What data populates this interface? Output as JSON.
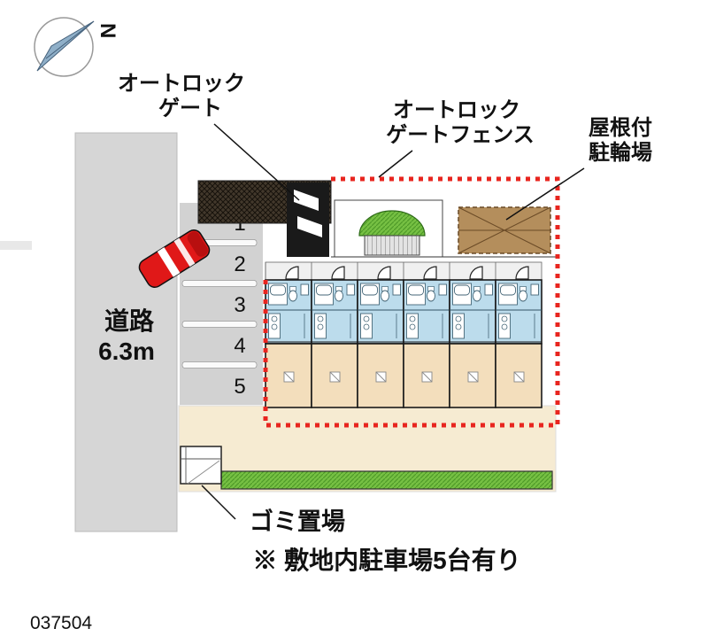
{
  "compass": {
    "label": "N"
  },
  "labels": {
    "autolock_gate_line1": "オートロック",
    "autolock_gate_line2": "ゲート",
    "gate_fence_line1": "オートロック",
    "gate_fence_line2": "ゲートフェンス",
    "bike_shed_line1": "屋根付",
    "bike_shed_line2": "駐輪場",
    "road_line1": "道路",
    "road_line2": "6.3m",
    "garbage": "ゴミ置場",
    "note": "※ 敷地内駐車場5台有り",
    "plan_number": "037504"
  },
  "parking": {
    "stalls": [
      "1",
      "2",
      "3",
      "4",
      "5"
    ]
  },
  "building": {
    "unit_count": 6
  },
  "colors": {
    "fence_red": "#e8251f",
    "unit_blue": "#bcdcec",
    "unit_tan": "#f3debc",
    "courtyard_cream": "#f6ebd2",
    "hedge_green": "#76c043",
    "bike_brown": "#b48e5c",
    "road_gray": "#d6d6d6",
    "wall_dark": "#42382b"
  }
}
